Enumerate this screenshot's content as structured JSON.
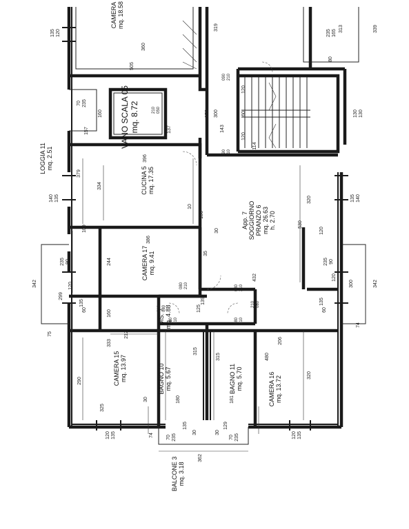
{
  "rooms": {
    "camera_top": {
      "name": "CAMERA",
      "area": "mq. 18.58"
    },
    "vano_scala": {
      "name": "VANO SCALA 05",
      "area": "mq. 8.72"
    },
    "loggia": {
      "name": "LOGGIA 11",
      "area": "mq. 2.51"
    },
    "cucina": {
      "name": "CUCINA 5",
      "area": "mq. 17.35"
    },
    "camera17": {
      "name": "CAMERA 17",
      "area": "mq. 9.41"
    },
    "soggiorno": {
      "app": "App. 7",
      "name": "SOGGIORNO",
      "name2": "PRANZO 6",
      "area": "mq. 26.63",
      "height": "h. 2.70"
    },
    "dis": {
      "name": "DIS. 7",
      "area": "mq. 4.88"
    },
    "camera15": {
      "name": "CAMERA 15",
      "area": "mq. 13.97"
    },
    "bagno10": {
      "name": "BAGNO 10",
      "area": "mq. 5.67"
    },
    "bagno11": {
      "name": "BAGNO 11",
      "area": "mq. 5.70"
    },
    "camera16": {
      "name": "CAMERA 16",
      "area": "mq. 13.72"
    },
    "balcone": {
      "name": "BALCONE 3",
      "area": "mq. 3.18"
    }
  },
  "dims": {
    "d135_tl": "135",
    "d120_tl": "120",
    "d360": "360",
    "d505": "505",
    "d319": "319",
    "d235_tr": "235",
    "d165": "165",
    "d313": "313",
    "d339": "339",
    "d80": "80",
    "d70_l": "70",
    "d235_l": "235",
    "d160_l": "160",
    "d157": "157",
    "d137": "137",
    "d170": "170",
    "d300_s": "300",
    "d143": "143",
    "d114": "114",
    "d60": "60",
    "d120_s1": "120",
    "d120_s2": "120",
    "d130_r1": "130",
    "d130_r2": "130",
    "d396": "396",
    "d379": "379",
    "d334": "334",
    "d140_l": "140",
    "d135_l": "135",
    "d10": "10",
    "d100": "100",
    "d30_a": "30",
    "d320_a": "320",
    "d530": "530",
    "d135_r": "135",
    "d140_r": "140",
    "d109": "109",
    "d386": "386",
    "d35": "35",
    "d244": "244",
    "d120_r3": "120",
    "d342_l": "342",
    "d235_l2": "235",
    "d90_l": "90",
    "d120_l2": "120",
    "d299": "299",
    "d135_l3": "135",
    "d60_l": "60",
    "d160_m": "160",
    "d432": "432",
    "d235_r2": "235",
    "d90_r": "90",
    "d120_r4": "120",
    "d300_r": "300",
    "d342_r": "342",
    "d135_r3": "135",
    "d60_r": "60",
    "d75": "75",
    "d74": "74",
    "d212": "212",
    "d333": "333",
    "d125": "125",
    "d139": "139",
    "d206": "206",
    "d315_a": "315",
    "d315_b": "315",
    "d480": "480",
    "d290": "290",
    "d320_b": "320",
    "d30_b": "30",
    "d325": "325",
    "d180": "180",
    "d181": "181",
    "d120_b1": "120",
    "d135_b1": "135",
    "d74_b": "74",
    "d70_b1": "70",
    "d235_b1": "235",
    "d30_c": "30",
    "d30_d": "30",
    "d70_b2": "70",
    "d235_b2": "235",
    "d120_b2": "120",
    "d135_b2": "135",
    "d362": "362",
    "d135_b3": "135",
    "d129": "129",
    "door_080": "080",
    "door_210": "210",
    "door_090": "090",
    "door_050": "050"
  }
}
